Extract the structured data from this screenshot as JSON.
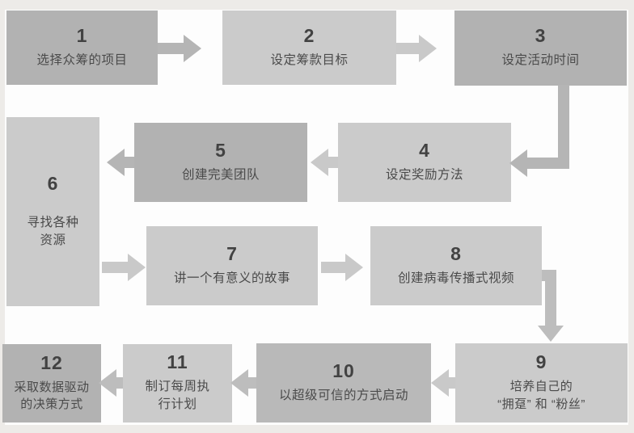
{
  "diagram": {
    "type": "flowchart",
    "language": "zh",
    "steps": [
      {
        "number": "1",
        "label": "选择众筹的项目"
      },
      {
        "number": "2",
        "label": "设定筹款目标"
      },
      {
        "number": "3",
        "label": "设定活动时间"
      },
      {
        "number": "4",
        "label": "设定奖励方法"
      },
      {
        "number": "5",
        "label": "创建完美团队"
      },
      {
        "number": "6",
        "label": "寻找各种\n资源"
      },
      {
        "number": "7",
        "label": "讲一个有意义的故事"
      },
      {
        "number": "8",
        "label": "创建病毒传播式视频"
      },
      {
        "number": "9",
        "label": "培养自己的\n“拥趸” 和 “粉丝”"
      },
      {
        "number": "10",
        "label": "以超级可信的方式启动"
      },
      {
        "number": "11",
        "label": "制订每周执\n行计划"
      },
      {
        "number": "12",
        "label": "采取数据驱动\n的决策方式"
      }
    ],
    "flow_order": [
      "1→2",
      "2→3",
      "3→4",
      "4→5",
      "5→6",
      "6→7",
      "7→8",
      "8→9",
      "9→10",
      "10→11",
      "11→12"
    ],
    "colors": {
      "box_dark": "#b2b2b2",
      "box_light": "#cbcbcb",
      "box_medium": "#b9b9b9",
      "arrow_dark": "#b5b5b5",
      "arrow_light": "#c9c9c9",
      "arrow_medium": "#bdbdbd",
      "text": "#4a4a4a",
      "frame_background": "#edebe8",
      "canvas_background": "#fdfdfd"
    }
  }
}
